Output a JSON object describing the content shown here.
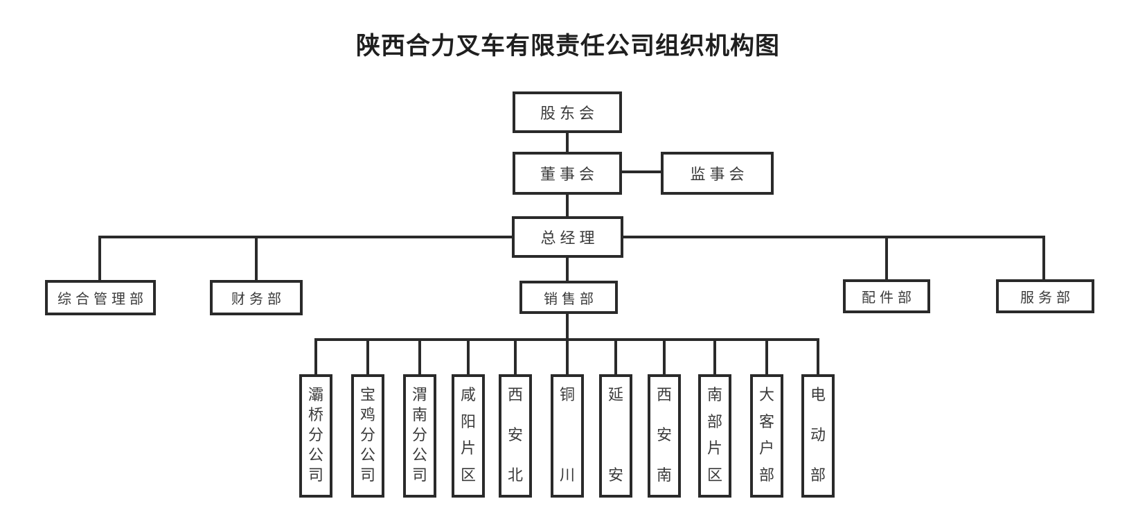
{
  "title": "陕西合力叉车有限责任公司组织机构图",
  "org": {
    "shareholders": "股东会",
    "board": "董事会",
    "supervisors": "监事会",
    "general_manager": "总经理",
    "departments": [
      {
        "label": "综合管理部"
      },
      {
        "label": "财务部"
      },
      {
        "label": "销售部"
      },
      {
        "label": "配件部"
      },
      {
        "label": "服务部"
      }
    ],
    "sales_units": [
      {
        "label": "灞桥分公司"
      },
      {
        "label": "宝鸡分公司"
      },
      {
        "label": "渭南分公司"
      },
      {
        "label": "咸阳片区"
      },
      {
        "label": "西安北"
      },
      {
        "label": "铜川"
      },
      {
        "label": "延安"
      },
      {
        "label": "西安南"
      },
      {
        "label": "南部片区"
      },
      {
        "label": "大客户部"
      },
      {
        "label": "电动部"
      }
    ]
  },
  "colors": {
    "line": "#2a2a2a",
    "text": "#3a3a3a",
    "title": "#1f1f1f",
    "background": "#ffffff"
  }
}
